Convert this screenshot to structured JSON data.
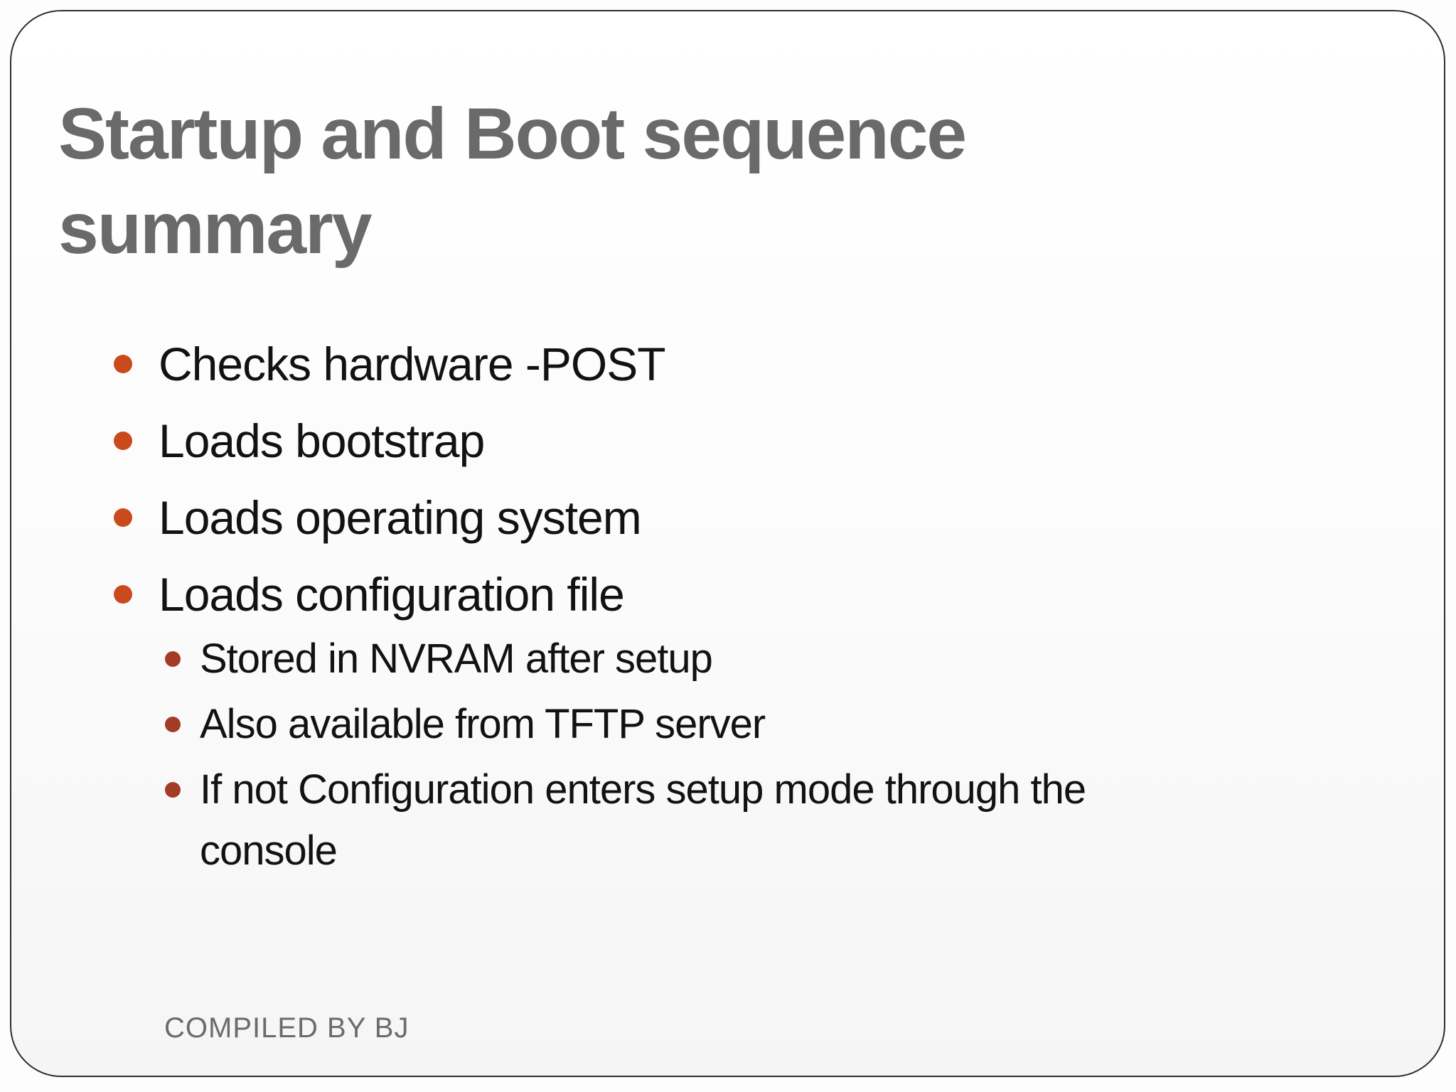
{
  "slide": {
    "title": "Startup and Boot sequence summary",
    "bullets": [
      {
        "label": "Checks hardware -POST"
      },
      {
        "label": "Loads bootstrap"
      },
      {
        "label": "Loads operating system"
      },
      {
        "label": "Loads configuration file",
        "sub": [
          "Stored in NVRAM after setup",
          "Also available from TFTP server",
          "If not Configuration enters setup mode through the console"
        ]
      }
    ],
    "footer": "COMPILED BY BJ",
    "colors": {
      "title_gray": "#6a6a6a",
      "body_text": "#121212",
      "main_bullet_orange": "#cb4a1d",
      "sub_bullet_red": "#a33b27",
      "border": "#2e2e2e",
      "background": "#fdfdfd"
    }
  }
}
